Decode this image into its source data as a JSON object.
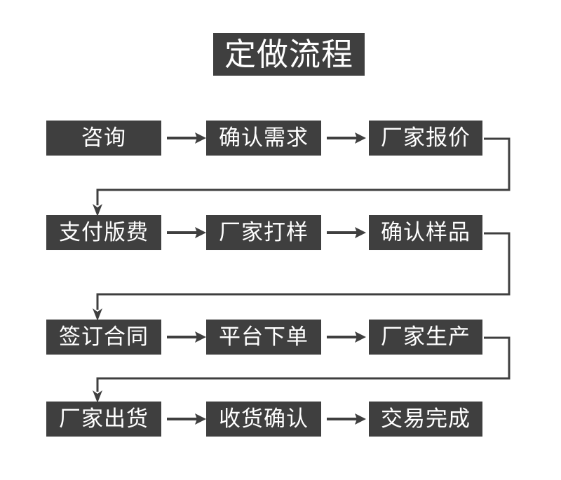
{
  "diagram": {
    "type": "flowchart",
    "title": "定做流程",
    "background_color": "#ffffff",
    "node_color": "#3f3f3f",
    "node_text_color": "#ffffff",
    "connector_color": "#3f3f3f",
    "rows": [
      {
        "row_label": "row-1",
        "steps": [
          {
            "index": 1,
            "label": "咨询"
          },
          {
            "index": 2,
            "label": "确认需求"
          },
          {
            "index": 3,
            "label": "厂家报价"
          }
        ],
        "arrows": [
          "arrow-right",
          "arrow-right"
        ],
        "wrap_to_next_row": true
      },
      {
        "row_label": "row-2",
        "steps": [
          {
            "index": 4,
            "label": "支付版费"
          },
          {
            "index": 5,
            "label": "厂家打样"
          },
          {
            "index": 6,
            "label": "确认样品"
          }
        ],
        "arrows": [
          "arrow-right",
          "arrow-right"
        ],
        "wrap_to_next_row": true
      },
      {
        "row_label": "row-3",
        "steps": [
          {
            "index": 7,
            "label": "签订合同"
          },
          {
            "index": 8,
            "label": "平台下单"
          },
          {
            "index": 9,
            "label": "厂家生产"
          }
        ],
        "arrows": [
          "arrow-right",
          "arrow-right"
        ],
        "wrap_to_next_row": true
      },
      {
        "row_label": "row-4",
        "steps": [
          {
            "index": 10,
            "label": "厂家出货"
          },
          {
            "index": 11,
            "label": "收货确认"
          },
          {
            "index": 12,
            "label": "交易完成"
          }
        ],
        "arrows": [
          "arrow-right",
          "arrow-right"
        ],
        "wrap_to_next_row": false
      }
    ]
  }
}
